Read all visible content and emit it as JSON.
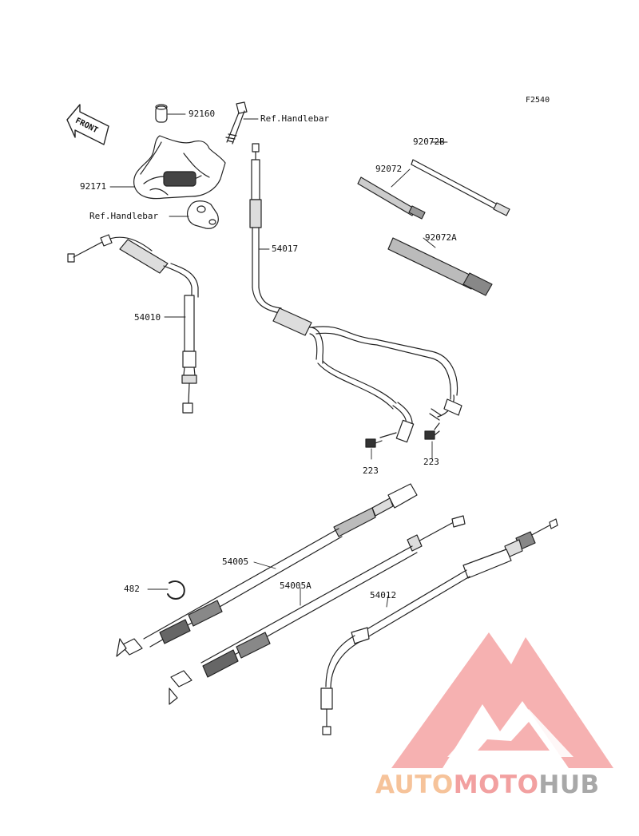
{
  "figure_code": "F2540",
  "front_label": "FRONT",
  "callouts": [
    {
      "id": "92160",
      "text": "92160"
    },
    {
      "id": "ref-handlebar-1",
      "text": "Ref.Handlebar"
    },
    {
      "id": "92171",
      "text": "92171"
    },
    {
      "id": "ref-handlebar-2",
      "text": "Ref.Handlebar"
    },
    {
      "id": "54010",
      "text": "54010"
    },
    {
      "id": "54017",
      "text": "54017"
    },
    {
      "id": "92072B",
      "text": "92072B"
    },
    {
      "id": "92072",
      "text": "92072"
    },
    {
      "id": "92072A",
      "text": "92072A"
    },
    {
      "id": "223-left",
      "text": "223"
    },
    {
      "id": "223-right",
      "text": "223"
    },
    {
      "id": "54005",
      "text": "54005"
    },
    {
      "id": "482",
      "text": "482"
    },
    {
      "id": "54005A",
      "text": "54005A"
    },
    {
      "id": "54012",
      "text": "54012"
    }
  ],
  "watermark": {
    "part1": "AUTO",
    "part2": "MOTO",
    "part3": "HUB",
    "colors": {
      "auto": "#f6c39a",
      "moto": "#f2a0a0",
      "hub": "#a8a8a8",
      "logo": "#f08c8c"
    }
  }
}
